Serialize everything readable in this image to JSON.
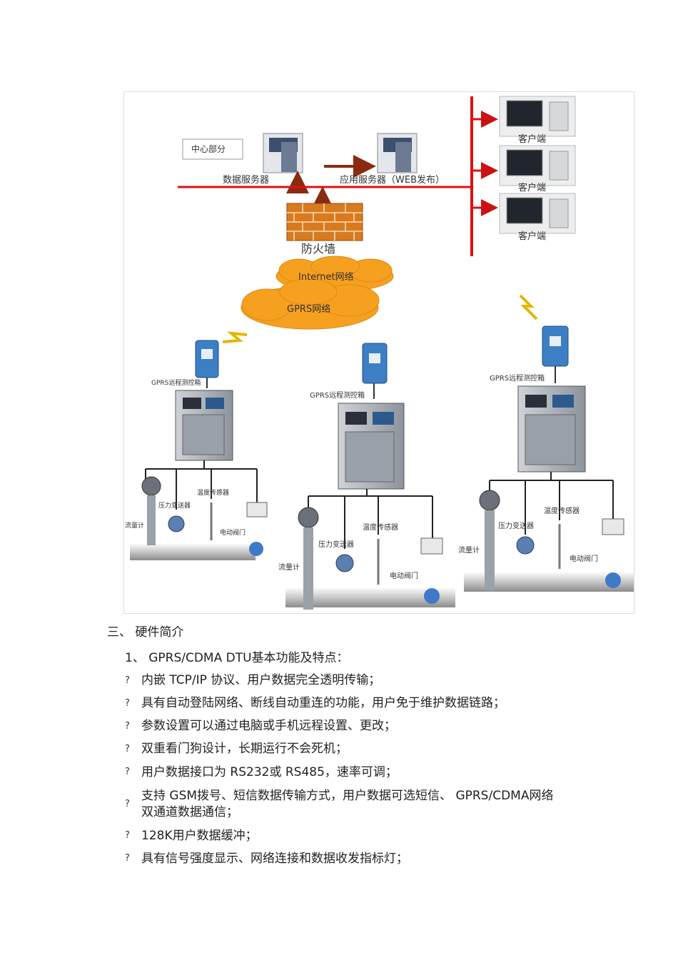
{
  "figure": {
    "center_label": "中心部分",
    "data_server": "数据服务器",
    "app_server": "应用服务器（WEB发布）",
    "clients": [
      "客户端",
      "客户端",
      "客户端"
    ],
    "firewall": "防火墙",
    "internet": "Internet网络",
    "gprs": "GPRS网络",
    "stations": [
      {
        "box_label": "GPRS远程测控箱",
        "flow": "流量计",
        "pressure": "压力变送器",
        "temp": "温度传感器",
        "valve": "电动阀门"
      },
      {
        "box_label": "GPRS远程测控箱",
        "flow": "流量计",
        "pressure": "压力变送器",
        "temp": "温度传感器",
        "valve": "电动阀门"
      },
      {
        "box_label": "GPRS远程测控箱",
        "flow": "流量计",
        "pressure": "压力变送器",
        "temp": "温度传感器",
        "valve": "电动阀门"
      }
    ]
  },
  "section": {
    "heading": "三、   硬件简介",
    "sub_heading": "1、  GPRS/CDMA DTU基本功能及特点：",
    "bullet_symbol": "?",
    "items": [
      "内嵌 TCP/IP 协议、用户数据完全透明传输；",
      "具有自动登陆网络、断线自动重连的功能，用户免于维护数据链路；",
      "参数设置可以通过电脑或手机远程设置、更改；",
      "双重看门狗设计，长期运行不会死机；",
      "用户数据接口为   RS232或 RS485，速率可调；",
      "支持 GSM拨号、短信数据传输方式，用户数据可选短信、    GPRS/CDMA网络",
      "双通道数据通信；",
      "128K用户数据缓冲；",
      "具有信号强度显示、网络连接和数据收发指标灯；"
    ]
  }
}
